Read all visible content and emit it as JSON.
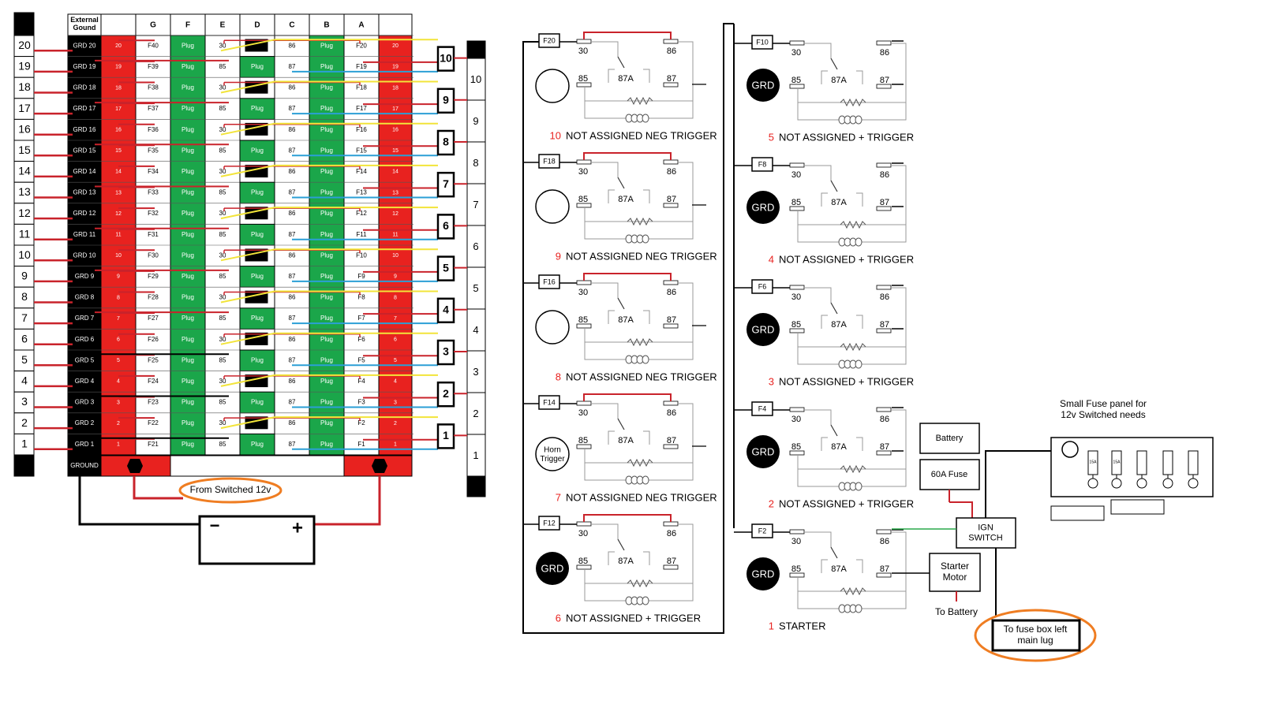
{
  "panel": {
    "ext_ground_label": "External\nGound",
    "column_headers": [
      "G",
      "F",
      "E",
      "D",
      "C",
      "B",
      "A"
    ],
    "ground_label": "GROUND",
    "plug_label": "Plug",
    "rows": [
      {
        "n": 20,
        "grd": "GRD 20",
        "fuse1": "F40",
        "e": "30",
        "c": "86",
        "fuse2": "F20"
      },
      {
        "n": 19,
        "grd": "GRD 19",
        "fuse1": "F39",
        "e": "85",
        "c": "87",
        "fuse2": "F19"
      },
      {
        "n": 18,
        "grd": "GRD 18",
        "fuse1": "F38",
        "e": "30",
        "c": "86",
        "fuse2": "F18"
      },
      {
        "n": 17,
        "grd": "GRD 17",
        "fuse1": "F37",
        "e": "85",
        "c": "87",
        "fuse2": "F17"
      },
      {
        "n": 16,
        "grd": "GRD 16",
        "fuse1": "F36",
        "e": "30",
        "c": "86",
        "fuse2": "F16"
      },
      {
        "n": 15,
        "grd": "GRD 15",
        "fuse1": "F35",
        "e": "85",
        "c": "87",
        "fuse2": "F15"
      },
      {
        "n": 14,
        "grd": "GRD 14",
        "fuse1": "F34",
        "e": "30",
        "c": "86",
        "fuse2": "F14"
      },
      {
        "n": 13,
        "grd": "GRD 13",
        "fuse1": "F33",
        "e": "85",
        "c": "87",
        "fuse2": "F13"
      },
      {
        "n": 12,
        "grd": "GRD 12",
        "fuse1": "F32",
        "e": "30",
        "c": "86",
        "fuse2": "F12"
      },
      {
        "n": 11,
        "grd": "GRD 11",
        "fuse1": "F31",
        "e": "85",
        "c": "87",
        "fuse2": "F11"
      },
      {
        "n": 10,
        "grd": "GRD 10",
        "fuse1": "F30",
        "e": "30",
        "c": "86",
        "fuse2": "F10"
      },
      {
        "n": 9,
        "grd": "GRD 9",
        "fuse1": "F29",
        "e": "85",
        "c": "87",
        "fuse2": "F9"
      },
      {
        "n": 8,
        "grd": "GRD 8",
        "fuse1": "F28",
        "e": "30",
        "c": "86",
        "fuse2": "F8"
      },
      {
        "n": 7,
        "grd": "GRD 7",
        "fuse1": "F27",
        "e": "85",
        "c": "87",
        "fuse2": "F7"
      },
      {
        "n": 6,
        "grd": "GRD 6",
        "fuse1": "F26",
        "e": "30",
        "c": "86",
        "fuse2": "F6"
      },
      {
        "n": 5,
        "grd": "GRD 5",
        "fuse1": "F25",
        "e": "85",
        "c": "87",
        "fuse2": "F5"
      },
      {
        "n": 4,
        "grd": "GRD 4",
        "fuse1": "F24",
        "e": "30",
        "c": "86",
        "fuse2": "F4"
      },
      {
        "n": 3,
        "grd": "GRD 3",
        "fuse1": "F23",
        "e": "85",
        "c": "87",
        "fuse2": "F3"
      },
      {
        "n": 2,
        "grd": "GRD 2",
        "fuse1": "F22",
        "e": "30",
        "c": "86",
        "fuse2": "F2"
      },
      {
        "n": 1,
        "grd": "GRD 1",
        "fuse1": "F21",
        "e": "85",
        "c": "87",
        "fuse2": "F1"
      }
    ],
    "relay_numbers": [
      "10",
      "9",
      "8",
      "7",
      "6",
      "5",
      "4",
      "3",
      "2",
      "1"
    ],
    "switched_label": "From Switched 12v",
    "battery_minus": "−",
    "battery_plus": "+"
  },
  "relays_left": [
    {
      "fuse": "F20",
      "num": "10",
      "label": "NOT ASSIGNED NEG TRIGGER",
      "trigger": "open",
      "trigger_text": ""
    },
    {
      "fuse": "F18",
      "num": "9",
      "label": "NOT ASSIGNED NEG TRIGGER",
      "trigger": "open",
      "trigger_text": ""
    },
    {
      "fuse": "F16",
      "num": "8",
      "label": "NOT ASSIGNED NEG TRIGGER",
      "trigger": "open",
      "trigger_text": ""
    },
    {
      "fuse": "F14",
      "num": "7",
      "label": "NOT ASSIGNED NEG TRIGGER",
      "trigger": "horn",
      "trigger_text": "Horn\nTrigger"
    },
    {
      "fuse": "F12",
      "num": "6",
      "label": "NOT ASSIGNED + TRIGGER",
      "trigger": "grd",
      "trigger_text": "GRD"
    }
  ],
  "relays_right": [
    {
      "fuse": "F10",
      "num": "5",
      "label": "NOT ASSIGNED + TRIGGER",
      "trigger_text": "GRD"
    },
    {
      "fuse": "F8",
      "num": "4",
      "label": "NOT ASSIGNED + TRIGGER",
      "trigger_text": "GRD"
    },
    {
      "fuse": "F6",
      "num": "3",
      "label": "NOT ASSIGNED + TRIGGER",
      "trigger_text": "GRD"
    },
    {
      "fuse": "F4",
      "num": "2",
      "label": "NOT ASSIGNED + TRIGGER",
      "trigger_text": "GRD"
    },
    {
      "fuse": "F2",
      "num": "1",
      "label": "STARTER",
      "trigger_text": "GRD"
    }
  ],
  "pins": {
    "p30": "30",
    "p86": "86",
    "p85": "85",
    "p87a": "87A",
    "p87": "87"
  },
  "components": {
    "battery": "Battery",
    "fuse60": "60A Fuse",
    "ign": "IGN\nSWITCH",
    "starter": "Starter\nMotor",
    "to_battery": "To Battery",
    "fuse_box": "To fuse box left\nmain lug",
    "small_panel_title": "Small Fuse panel for\n12v Switched needs",
    "small_fuse_labels": [
      "15A",
      "15A"
    ]
  },
  "colors": {
    "red": "#e8221f",
    "green": "#1ba64a",
    "black": "#000000",
    "wire_red": "#c9232b",
    "wire_yellow": "#f2e43a",
    "wire_blue": "#2b9fd6",
    "wire_green": "#2aa84a",
    "highlight": "#ef7d22"
  }
}
